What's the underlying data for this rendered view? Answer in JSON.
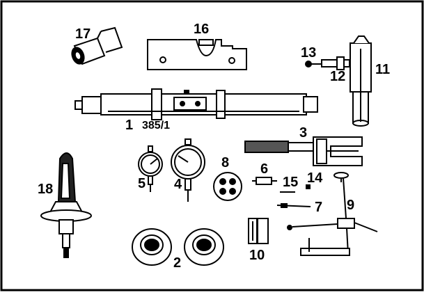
{
  "labels": {
    "n1": "1",
    "n385": "385/1",
    "n2": "2",
    "n3": "3",
    "n4": "4",
    "n5": "5",
    "n6": "6",
    "n7": "7",
    "n8": "8",
    "n9": "9",
    "n10": "10",
    "n11": "11",
    "n12": "12",
    "n13": "13",
    "n14": "14",
    "n15": "15",
    "n16": "16",
    "n17": "17",
    "n18": "18"
  },
  "colors": {
    "ink": "#000000",
    "paper": "#ffffff"
  }
}
